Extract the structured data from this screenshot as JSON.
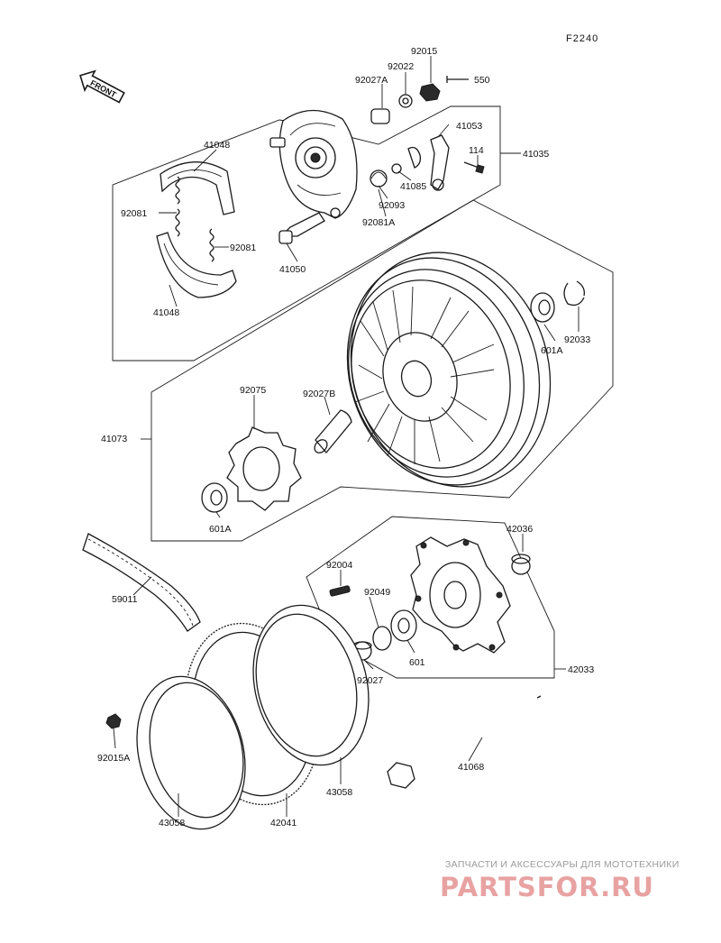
{
  "figure_code": "F2240",
  "front_label": "FRONT",
  "parts": {
    "p92015": "92015",
    "p92022": "92022",
    "p92027A": "92027A",
    "p550": "550",
    "p41053": "41053",
    "p114": "114",
    "p41035": "41035",
    "p41048_top": "41048",
    "p92081_left": "92081",
    "p92081_right": "92081",
    "p41048_bottom": "41048",
    "p41085": "41085",
    "p92093": "92093",
    "p92081A": "92081A",
    "p41050": "41050",
    "p92033": "92033",
    "p601A_right": "601A",
    "p92075": "92075",
    "p92027B": "92027B",
    "p41073": "41073",
    "p601A_left": "601A",
    "p42036": "42036",
    "p92004": "92004",
    "p92049": "92049",
    "p59011": "59011",
    "p601": "601",
    "p92027": "92027",
    "p42033": "42033",
    "p41068": "41068",
    "p92015A": "92015A",
    "p43058_right": "43058",
    "p43058_left": "43058",
    "p42041": "42041"
  },
  "watermark": {
    "line1": "ЗАПЧАСТИ И АКСЕССУАРЫ ДЛЯ МОТОТЕХНИКИ",
    "logo": "PARTSFOR.RU"
  },
  "colors": {
    "ink": "#1a1a1a",
    "paper": "#ffffff",
    "watermark": "#e8a2a2"
  }
}
